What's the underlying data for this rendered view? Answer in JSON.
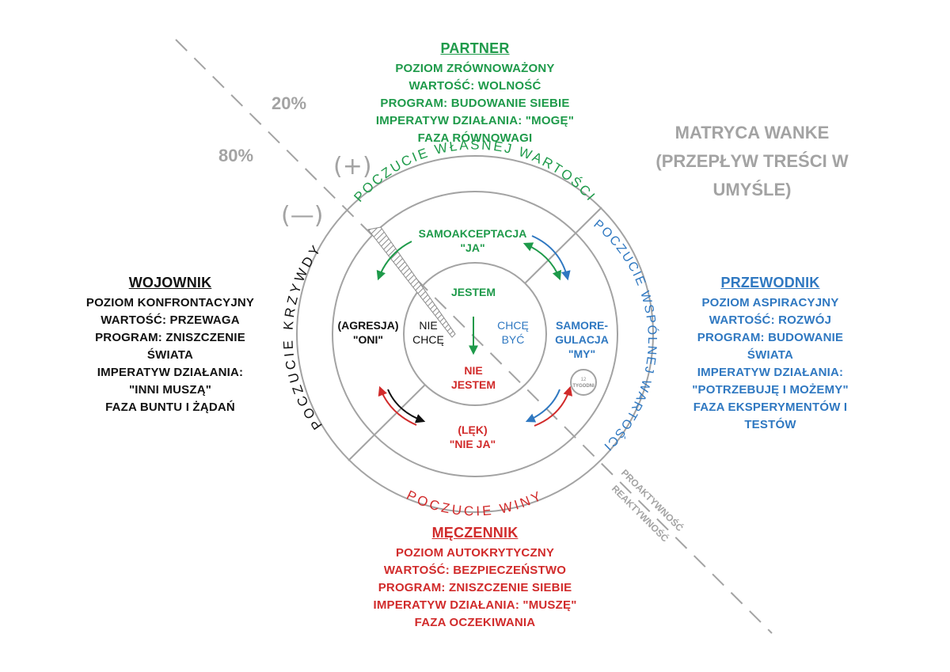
{
  "title": {
    "line1": "MATRYCA WANKE",
    "line2": "(PRZEPŁYW TREŚCI W",
    "line3": "UMYŚLE)"
  },
  "percentages": {
    "top": "20%",
    "bottom": "80%"
  },
  "signs": {
    "plus": "(+)",
    "minus": "(—)"
  },
  "axis_labels": {
    "pro": "PROAKTYWNOŚĆ",
    "re": "REAKTYWNOŚĆ"
  },
  "partner": {
    "heading": "PARTNER",
    "lines": [
      "POZIOM ZRÓWNOWAŻONY",
      "WARTOŚĆ: WOLNOŚĆ",
      "PROGRAM: BUDOWANIE SIEBIE",
      "IMPERATYW DZIAŁANIA: \"MOGĘ\"",
      "FAZA RÓWNOWAGI"
    ]
  },
  "wojownik": {
    "heading": "WOJOWNIK",
    "lines": [
      "POZIOM KONFRONTACYJNY",
      "WARTOŚĆ: PRZEWAGA",
      "PROGRAM: ZNISZCZENIE",
      "ŚWIATA",
      "IMPERATYW DZIAŁANIA:",
      "\"INNI MUSZĄ\"",
      "FAZA BUNTU I ŻĄDAŃ"
    ]
  },
  "przewodnik": {
    "heading": "PRZEWODNIK",
    "lines": [
      "POZIOM ASPIRACYJNY",
      "WARTOŚĆ: ROZWÓJ",
      "PROGRAM: BUDOWANIE",
      "ŚWIATA",
      "IMPERATYW DZIAŁANIA:",
      "\"POTRZEBUJĘ I MOŻEMY\"",
      "FAZA EKSPERYMENTÓW I",
      "TESTÓW"
    ]
  },
  "meczennik": {
    "heading": "MĘCZENNIK",
    "lines": [
      "POZIOM AUTOKRYTYCZNY",
      "WARTOŚĆ: BEZPIECZEŃSTWO",
      "PROGRAM: ZNISZCZENIE SIEBIE",
      "IMPERATYW DZIAŁANIA: \"MUSZĘ\"",
      "FAZA OCZEKIWANIA"
    ]
  },
  "outer_ring": {
    "top": "POCZUCIE WŁASNEJ WARTOŚCI",
    "right": "POCZUCIE WSPÓLNEJ WARTOŚCI",
    "bottom": "POCZUCIE WINY",
    "left": "POCZUCIE KRZYWDY"
  },
  "middle_ring": {
    "top_1": "SAMOAKCEPTACJA",
    "top_2": "\"JA\"",
    "left_1": "(AGRESJA)",
    "left_2": "\"ONI\"",
    "right_1": "SAMORE-",
    "right_2": "GULACJA",
    "right_3": "\"MY\"",
    "bottom_1": "(LĘK)",
    "bottom_2": "\"NIE JA\""
  },
  "inner": {
    "top": "JESTEM",
    "left_1": "NIE",
    "left_2": "CHCĘ",
    "right_1": "CHCĘ",
    "right_2": "BYĆ",
    "bottom_1": "NIE",
    "bottom_2": "JESTEM"
  },
  "badge": {
    "line1": "12",
    "line2": "TYGODNI"
  },
  "colors": {
    "green": "#1e9a4a",
    "red": "#d12b2b",
    "blue": "#2f78c1",
    "black": "#111111",
    "gray": "#a3a3a3"
  }
}
